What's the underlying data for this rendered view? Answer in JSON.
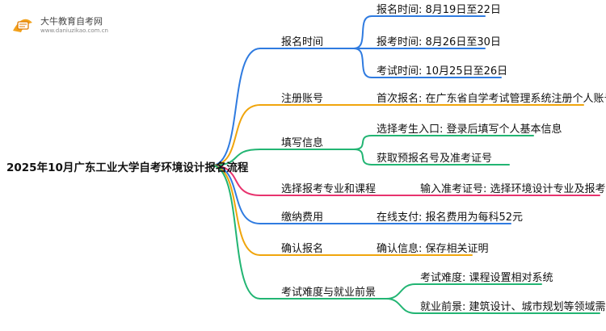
{
  "logo": {
    "title": "大牛教育自考网",
    "url": "www.daniuzikao.com.cn"
  },
  "root": {
    "label": "2025年10月广东工业大学自考环境设计报名流程"
  },
  "branches": [
    {
      "label": "报名时间",
      "color": "#2f7be0",
      "children": [
        "报名时间: 8月19日至22日",
        "报考时间: 8月26日至30日",
        "考试时间: 10月25日至26日"
      ]
    },
    {
      "label": "注册账号",
      "color": "#f0a50c",
      "children": [
        "首次报名: 在广东省自学考试管理系统注册个人账号"
      ]
    },
    {
      "label": "填写信息",
      "color": "#22b573",
      "children": [
        "选择考生入口: 登录后填写个人基本信息",
        "获取预报名号及准考证号"
      ]
    },
    {
      "label": "选择报考专业和课程",
      "color": "#e8336e",
      "children": [
        "输入准考证号: 选择环境设计专业及报考科目"
      ]
    },
    {
      "label": "缴纳费用",
      "color": "#2f7be0",
      "children": [
        "在线支付: 报名费用为每科52元"
      ]
    },
    {
      "label": "确认报名",
      "color": "#f0a50c",
      "children": [
        "确认信息: 保存相关证明"
      ]
    },
    {
      "label": "考试难度与就业前景",
      "color": "#22b573",
      "children": [
        "考试难度: 课程设置相对系统",
        "就业前景: 建筑设计、城市规划等领域需求大"
      ]
    }
  ]
}
